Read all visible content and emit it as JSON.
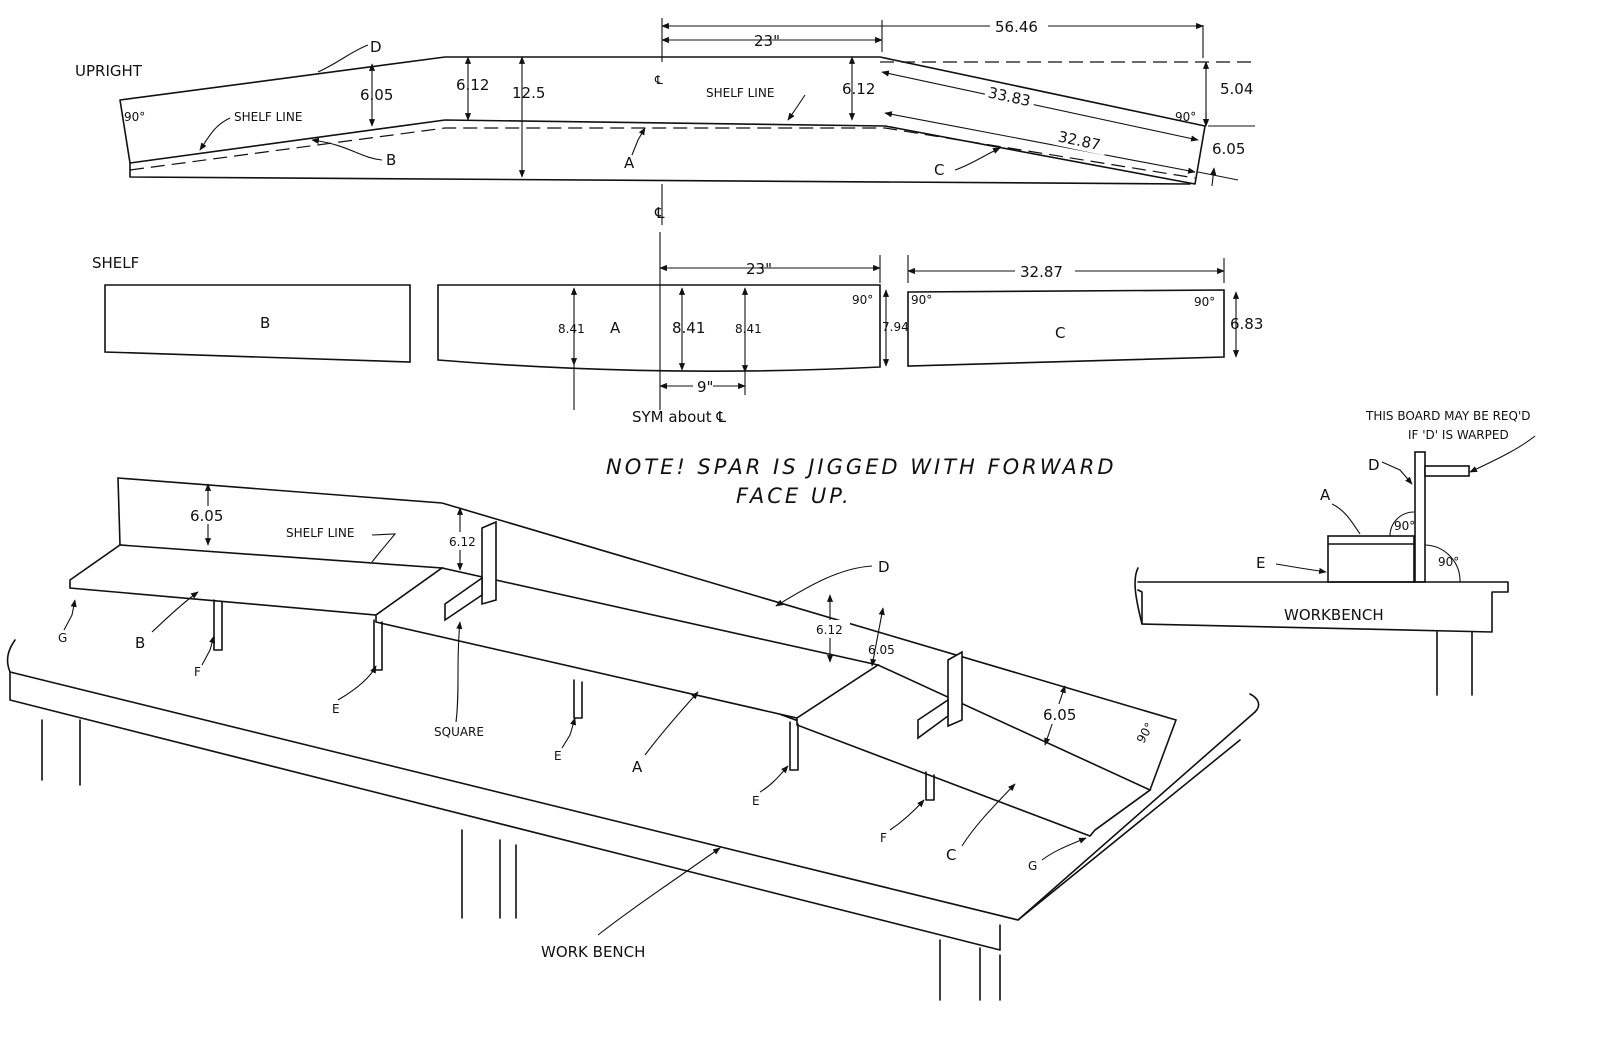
{
  "upright": {
    "title": "UPRIGHT",
    "label_d": "D",
    "angle_left": "90°",
    "shelf_line_left": "SHELF LINE",
    "dim_605_left": "6.05",
    "dim_612_left": "6.12",
    "dim_125": "12.5",
    "cl_top": "℄",
    "shelf_line_right": "SHELF LINE",
    "dim_612_right": "6.12",
    "dim_23": "23\"",
    "dim_5646": "56.46",
    "dim_3383": "33.83",
    "dim_3287": "32.87",
    "dim_504": "5.04",
    "angle_right": "90°",
    "dim_605_right": "6.05",
    "label_b": "B",
    "label_a": "A",
    "label_c": "C",
    "cl_bottom": "℄"
  },
  "shelf": {
    "title": "SHELF",
    "label_b": "B",
    "label_a": "A",
    "label_c": "C",
    "dim_23": "23\"",
    "dim_3287": "32.87",
    "dim_841_a": "8.41",
    "dim_841_b": "8.41",
    "dim_841_c": "8.41",
    "dim_794": "7.94",
    "dim_683": "6.83",
    "angle_1": "90°",
    "angle_2": "90°",
    "angle_3": "90°",
    "dim_9": "9\"",
    "sym_note": "SYM about ℄"
  },
  "note": {
    "line1": "NOTE!  SPAR IS JIGGED WITH FORWARD",
    "line2": "FACE UP."
  },
  "iso": {
    "dim_605_left": "6.05",
    "shelf_line": "SHELF LINE",
    "dim_612_left": "6.12",
    "label_d": "D",
    "dim_612_mid": "6.12",
    "dim_605_mid": "6.05",
    "dim_605_right": "6.05",
    "angle_90": "90°",
    "label_g1": "G",
    "label_b": "B",
    "label_f1": "F",
    "label_e1": "E",
    "label_square": "SQUARE",
    "label_e2": "E",
    "label_a": "A",
    "label_e3": "E",
    "label_f2": "F",
    "label_c": "C",
    "label_g2": "G",
    "label_bench": "WORK BENCH"
  },
  "side": {
    "note1": "THIS BOARD MAY BE REQ'D",
    "note2": "IF 'D' IS WARPED",
    "label_d": "D",
    "label_a": "A",
    "label_e": "E",
    "angle_1": "90°",
    "angle_2": "90°",
    "label_bench": "WORKBENCH"
  }
}
